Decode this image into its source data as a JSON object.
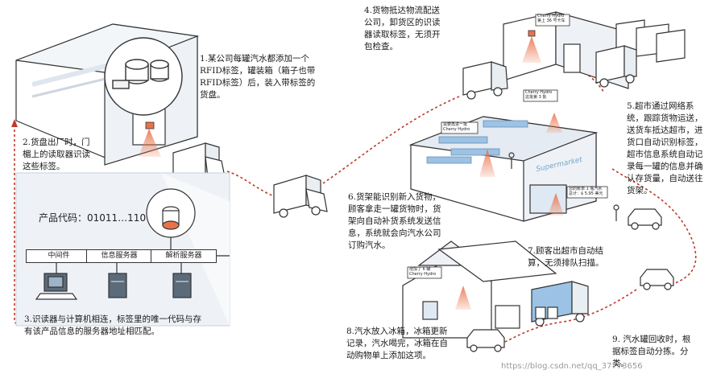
{
  "steps": {
    "s1": "1.某公司每罐汽水都添加一个\nRFID标签，罐装箱（箱子也带\nRFID标签）后，装入带标签的\n货盘。",
    "s2": "2.货盘出厂时，门\n楣上的读取器识读\n这些标签。",
    "s3": "3.识读器与计算机相连，标签里的唯一代码与存\n有该产品信息的服务器地址相匹配。",
    "s4": "4.货物抵达物流配送\n公司，卸货区的识读\n器读取标签，无须开\n包检查。",
    "s5": "5.超市通过网络系\n统，跟踪货物运送，\n送货车抵达超市，进\n货口自动识别标签，\n超市信息系统自动记\n录每一罐的信息并确\n认存货量，自动送往\n货架。",
    "s6": "6.货架能识别新入货物，\n顾客拿走一罐货物时，货\n架向自动补货系统发送信\n息，系统就会向汽水公司\n订购汽水。",
    "s7": "7.顾客出超市自动结\n算，无须排队扫描。",
    "s8": "8.汽水放入冰箱，冰箱更新\n记录，汽水喝完，冰箱在自\n动购物单上添加这项。",
    "s9": "9.  汽水罐回收时，根\n据标签自动分拣。分\n类。"
  },
  "product_code": "产品代码：01011…110",
  "servers": [
    "中间件",
    "信息服务器",
    "解析服务器"
  ],
  "small_labels": {
    "warehouse_sign": "Cherry Hydro\n第上 36 号卡车",
    "shelf_sign": "Cherry Hydro\n这批第 3 批",
    "shelf_sign2": "需要再进一批\nCherry Hydro",
    "checkout_sign": "您的账单 1 瓶汽水\n总计：$ 5.95 美元",
    "fridge_sign": "增加了 6 罐\nCherry Hydro",
    "store_name": "Supermarket"
  },
  "watermark": "https://blog.csdn.net/qq_37773656",
  "colors": {
    "path": "#c0392b",
    "fill": "#ffffff",
    "stroke": "#333333",
    "shadow": "#dfe6ee",
    "blue": "#9cc3e6",
    "radio": "#e8734a"
  }
}
